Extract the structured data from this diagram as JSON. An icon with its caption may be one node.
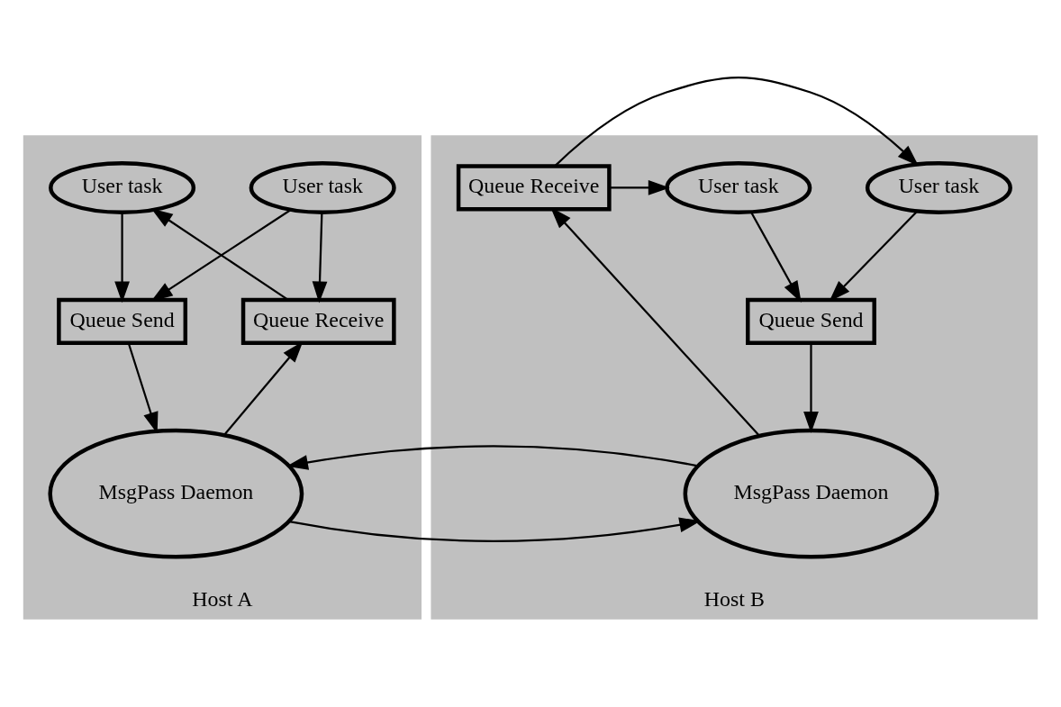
{
  "diagram": {
    "nodes": [
      {
        "text": [
          "Host A"
        ]
      },
      {
        "text": [
          "User task"
        ],
        "in": 0
      },
      {
        "text": [
          "User task"
        ],
        "in": 0
      },
      {
        "text": [
          "Queue Send"
        ],
        "in": 0
      },
      {
        "text": [
          "Queue Receive"
        ],
        "in": 0
      },
      {
        "text": [
          "MsgPass Daemon"
        ],
        "in": 0
      },
      {
        "text": [
          "Host B"
        ]
      },
      {
        "text": [
          "User task"
        ],
        "in": 6
      },
      {
        "text": [
          "User task"
        ],
        "in": 6
      },
      {
        "text": [
          "Queue Send"
        ],
        "in": 6
      },
      {
        "text": [
          "Queue Receive"
        ],
        "in": 6
      },
      {
        "text": [
          "MsgPass Daemon"
        ],
        "in": 6
      }
    ],
    "edges": [
      {
        "from": 1,
        "to": 3,
        "arrow": "to"
      },
      {
        "from": 1,
        "to": 4,
        "arrow": "to"
      },
      {
        "from": 2,
        "to": 3,
        "arrow": "to"
      },
      {
        "from": 4,
        "to": 2,
        "arrow": "to"
      },
      {
        "from": 3,
        "to": 5,
        "arrow": "to"
      },
      {
        "from": 5,
        "to": 4,
        "arrow": "to"
      },
      {
        "from": 7,
        "to": 9,
        "arrow": "to"
      },
      {
        "from": 10,
        "to": 7,
        "arrow": "to"
      },
      {
        "from": 8,
        "to": 9,
        "arrow": "to"
      },
      {
        "from": 10,
        "to": 8,
        "arrow": "to"
      },
      {
        "from": 9,
        "to": 11,
        "arrow": "to"
      },
      {
        "from": 11,
        "to": 10,
        "arrow": "to"
      },
      {
        "from": 5,
        "to": 11,
        "arrow": "to"
      },
      {
        "from": 11,
        "to": 5,
        "arrow": "to"
      }
    ]
  }
}
